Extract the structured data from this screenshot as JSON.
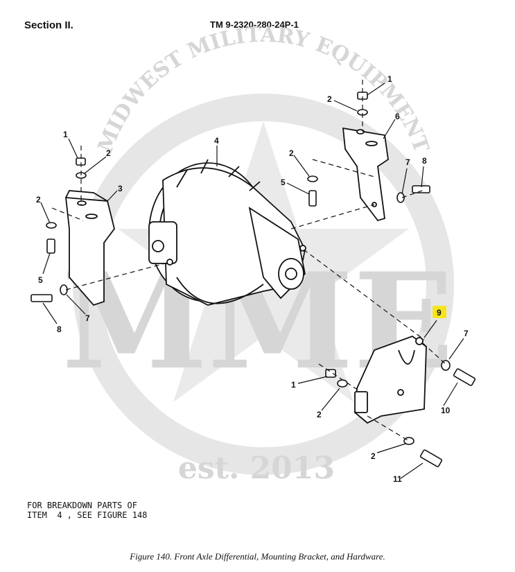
{
  "header": {
    "section": "Section II.",
    "manual": "TM 9-2320-280-24P-1"
  },
  "watermark": {
    "arc_text": "MIDWEST MILITARY EQUIPMENT",
    "logo_letters": "MME",
    "est": "est. 2013"
  },
  "callouts": {
    "c1a": "1",
    "c2a": "2",
    "c6": "6",
    "c4": "4",
    "c1b": "1",
    "c2b": "2",
    "c3": "3",
    "c2c": "2",
    "c5a": "5",
    "c2d": "2",
    "c5b": "5",
    "c7a": "7",
    "c8a": "8",
    "c7b": "7",
    "c8b": "8",
    "c9": "9",
    "c7c": "7",
    "c1c": "1",
    "c2e": "2",
    "c10": "10",
    "c2f": "2",
    "c11": "11"
  },
  "highlight_callout": "9",
  "note": {
    "line1": "FOR BREAKDOWN PARTS OF",
    "line2": "ITEM  4 , SEE FIGURE 148"
  },
  "caption": "Figure 140.  Front Axle Differential, Mounting Bracket, and Hardware."
}
